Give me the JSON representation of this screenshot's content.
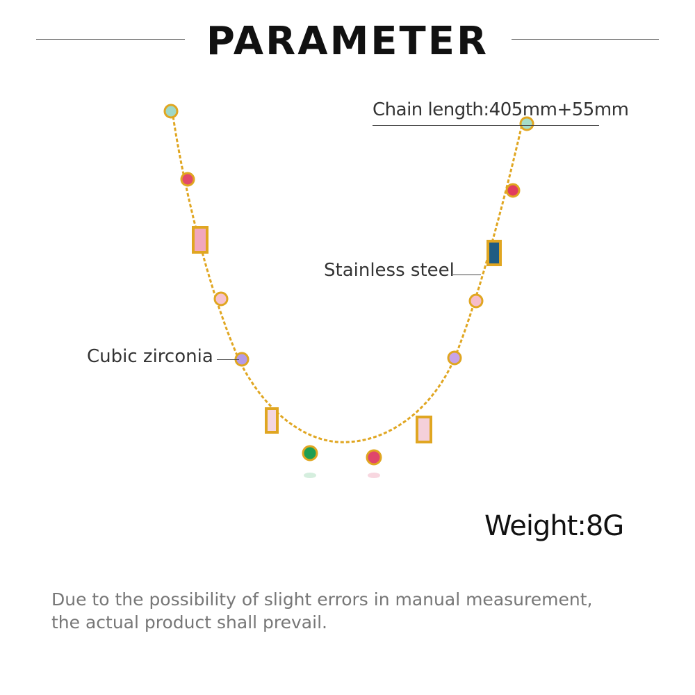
{
  "header": {
    "title": "PARAMETER"
  },
  "specs": {
    "chain_length": "Chain length:405mm+55mm",
    "material": "Stainless steel",
    "stone": "Cubic zirconia",
    "weight": "Weight:8G"
  },
  "note": {
    "line1": "Due to the possibility of slight errors in manual measurement,",
    "line2": "the actual product shall prevail."
  },
  "colors": {
    "gold": "#e0a621",
    "rule": "#555555",
    "note_text": "#777777"
  }
}
